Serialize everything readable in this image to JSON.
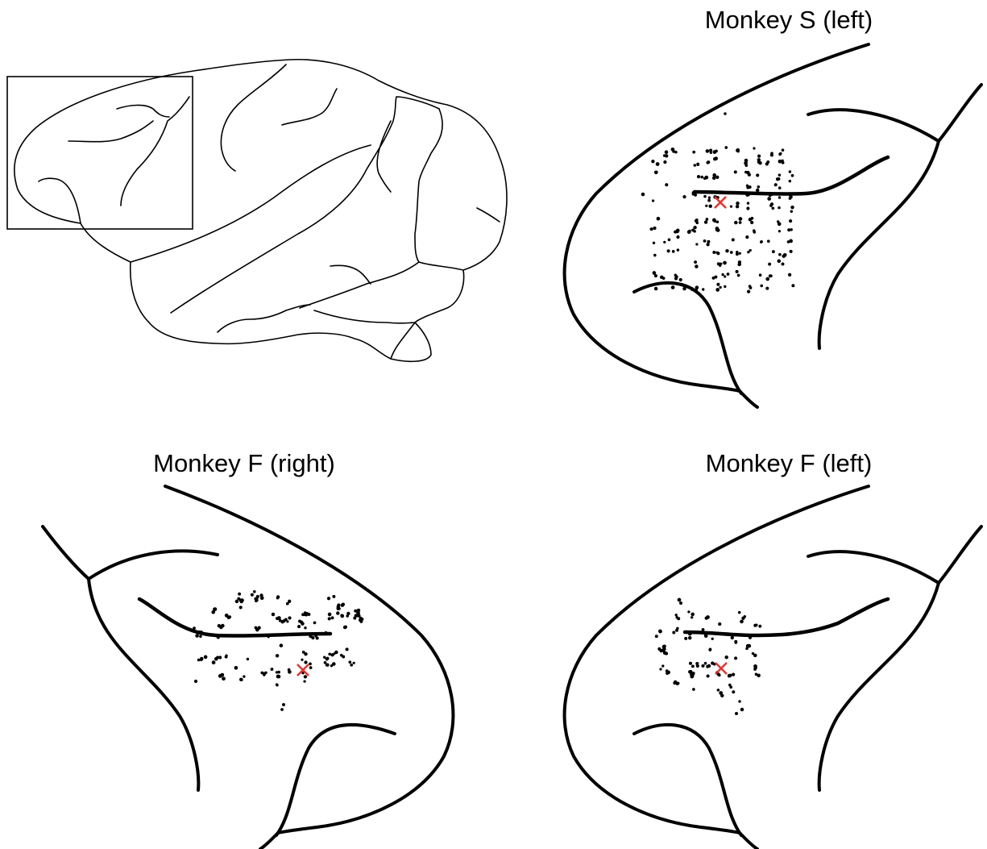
{
  "panels": {
    "top_right": {
      "title": "Monkey S (left)"
    },
    "bottom_left": {
      "title": "Monkey F (right)"
    },
    "bottom_right": {
      "title": "Monkey F (left)"
    }
  },
  "colors": {
    "outline": "#000000",
    "recording_site": "#000000",
    "reference_mark": "#e8322c"
  },
  "icons": {
    "reference_mark": "x-cross-icon",
    "recording_site": "dot-icon"
  }
}
